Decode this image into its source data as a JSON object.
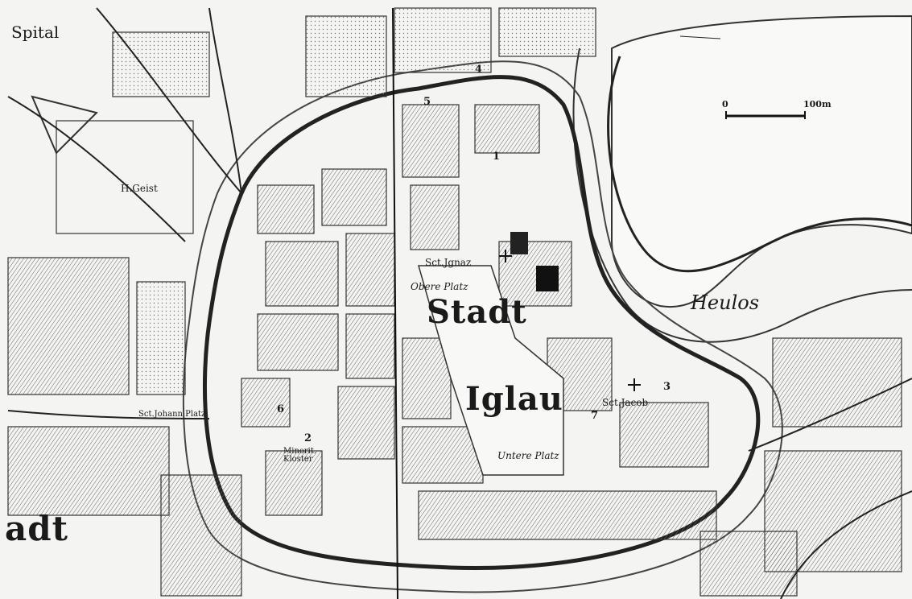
{
  "map": {
    "labels": {
      "spital": "Spital",
      "h_geist": "H.Geist",
      "stadt": "Stadt",
      "iglau": "Iglau",
      "sct_jgnaz": "Sct.Jgnaz",
      "obere_platz": "Obere Platz",
      "untere_platz": "Untere Platz",
      "sct_jacob": "Sct.Jacob",
      "sct_johann_platz": "Sct.Johann Platz",
      "minoriten_kloster": "Minorit. Kloster",
      "heulos": "Heulos",
      "stadt_fragment": "adt"
    },
    "numbers": [
      "1",
      "2",
      "3",
      "4",
      "5",
      "6",
      "7"
    ],
    "scale": {
      "start": "0",
      "end": "100m"
    },
    "colors": {
      "paper": "#f4f4f2",
      "ink": "#1a1a1a",
      "hatch": "#555555"
    }
  }
}
